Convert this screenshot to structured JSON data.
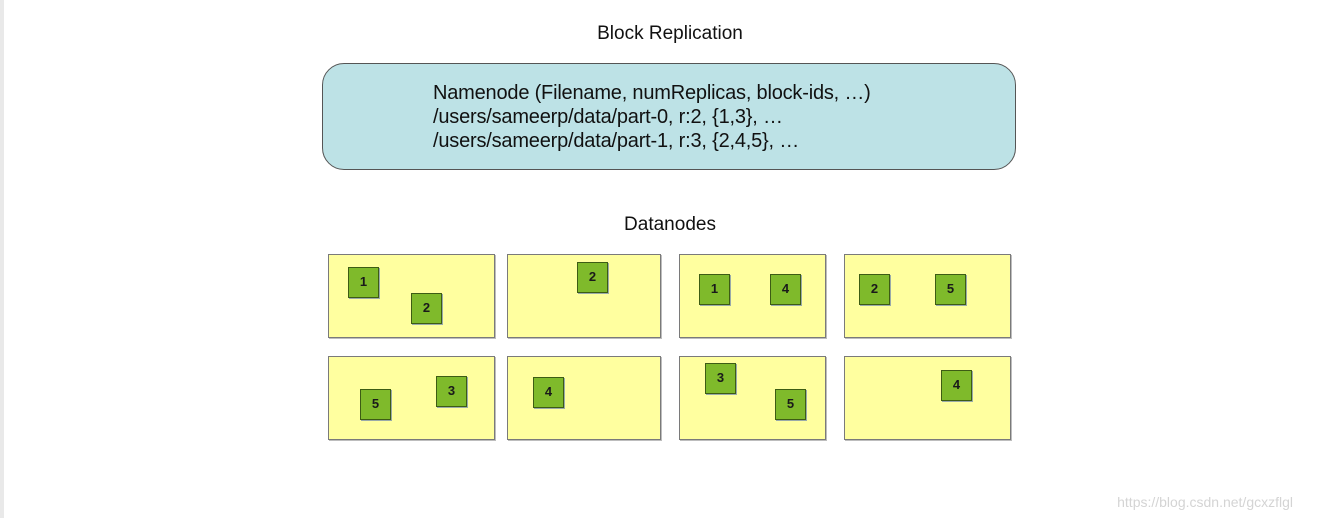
{
  "title": "Block Replication",
  "namenode": {
    "lines": [
      "Namenode (Filename, numReplicas, block-ids, …)",
      "/users/sameerp/data/part-0, r:2, {1,3}, …",
      "/users/sameerp/data/part-1, r:3, {2,4,5}, …"
    ]
  },
  "datanodes_label": "Datanodes",
  "datanodes": [
    {
      "blocks": [
        "1",
        "2"
      ]
    },
    {
      "blocks": [
        "2"
      ]
    },
    {
      "blocks": [
        "1",
        "4"
      ]
    },
    {
      "blocks": [
        "2",
        "5"
      ]
    },
    {
      "blocks": [
        "5",
        "3"
      ]
    },
    {
      "blocks": [
        "4"
      ]
    },
    {
      "blocks": [
        "3",
        "5"
      ]
    },
    {
      "blocks": [
        "4"
      ]
    }
  ],
  "colors": {
    "namenode_fill": "#bde2e6",
    "datanode_fill": "#ffff9f",
    "block_fill": "#7fba2b"
  },
  "watermark": "https://blog.csdn.net/gcxzflgl"
}
